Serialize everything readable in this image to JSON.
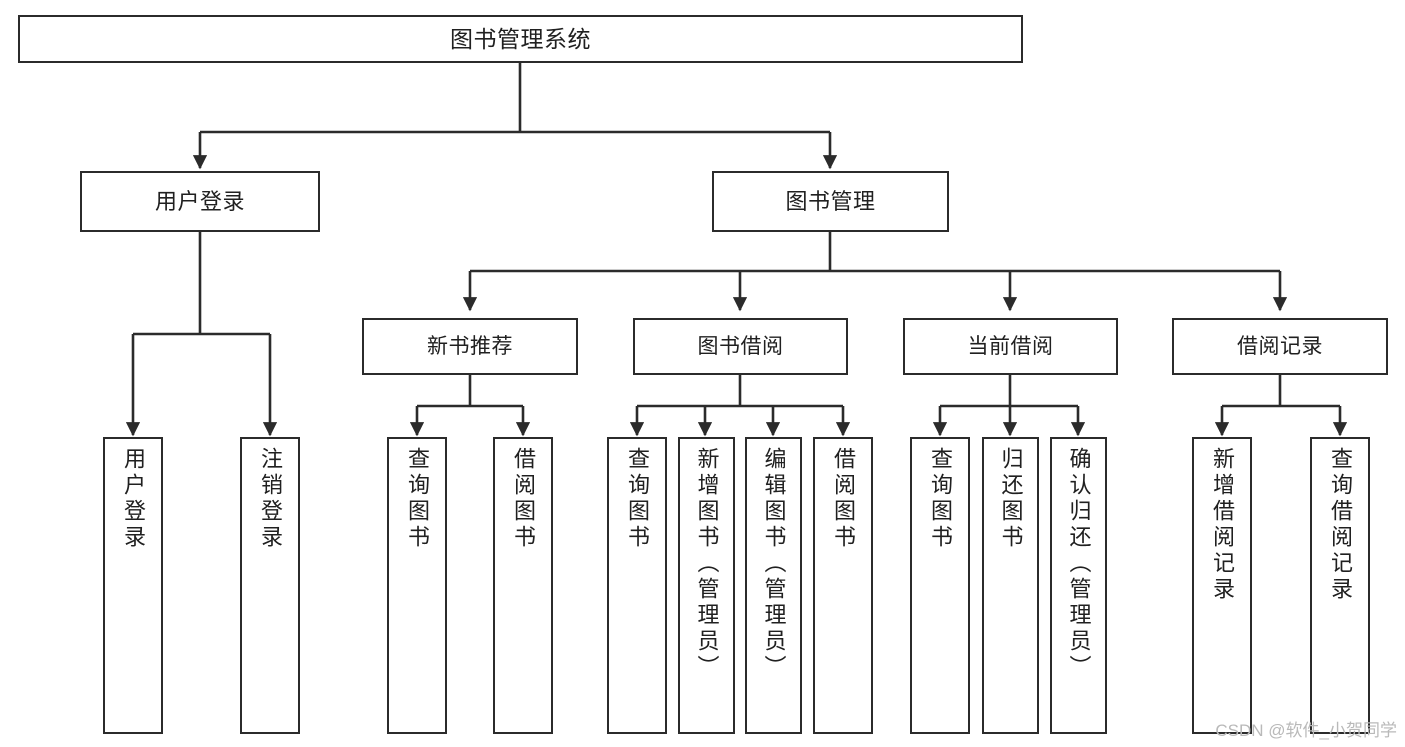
{
  "diagram": {
    "type": "tree-hierarchy-chart",
    "title": "图书管理系统",
    "colors": {
      "box_border": "#2b2b2b",
      "box_fill": "#ffffff",
      "connector": "#2b2b2b",
      "text": "#202020",
      "watermark": "#b9b9b9",
      "background": "#ffffff"
    },
    "root": {
      "label": "图书管理系统"
    },
    "level2": [
      {
        "label": "用户登录"
      },
      {
        "label": "图书管理"
      }
    ],
    "level3": [
      {
        "label": "新书推荐"
      },
      {
        "label": "图书借阅"
      },
      {
        "label": "当前借阅"
      },
      {
        "label": "借阅记录"
      }
    ],
    "leaves": [
      {
        "label": "用户登录",
        "parent": "用户登录"
      },
      {
        "label": "注销登录",
        "parent": "用户登录"
      },
      {
        "label": "查询图书",
        "parent": "新书推荐"
      },
      {
        "label": "借阅图书",
        "parent": "新书推荐"
      },
      {
        "label": "查询图书",
        "parent": "图书借阅"
      },
      {
        "label": "新增图书（管理员）",
        "parent": "图书借阅"
      },
      {
        "label": "编辑图书（管理员）",
        "parent": "图书借阅"
      },
      {
        "label": "借阅图书",
        "parent": "图书借阅"
      },
      {
        "label": "查询图书",
        "parent": "当前借阅"
      },
      {
        "label": "归还图书",
        "parent": "当前借阅"
      },
      {
        "label": "确认归还（管理员）",
        "parent": "当前借阅"
      },
      {
        "label": "新增借阅记录",
        "parent": "借阅记录"
      },
      {
        "label": "查询借阅记录",
        "parent": "借阅记录"
      }
    ],
    "watermark": "CSDN @软件_小贺同学"
  }
}
